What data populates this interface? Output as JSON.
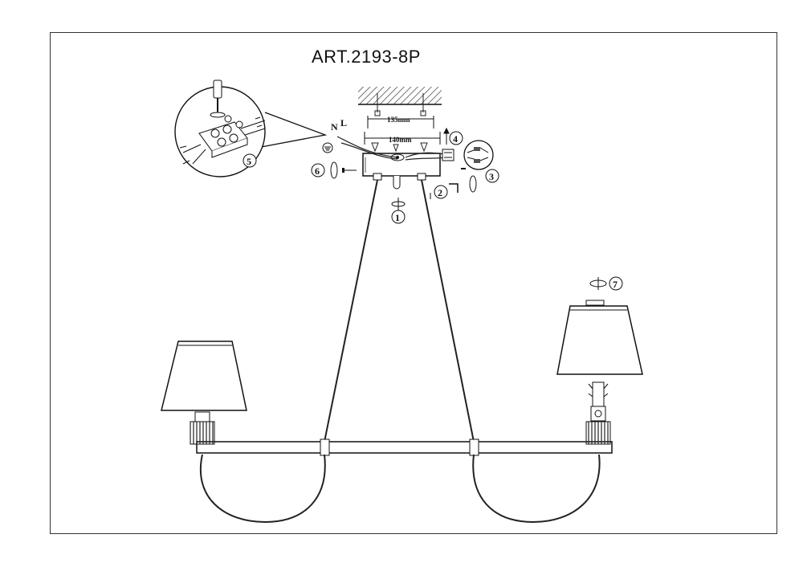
{
  "title": "ART.2193-8P",
  "dimensions": {
    "outer": "140mm",
    "inner": "135mm"
  },
  "wiring": {
    "neutral": "N",
    "live": "L"
  },
  "steps": [
    "1",
    "2",
    "3",
    "4",
    "5",
    "6",
    "7"
  ],
  "icons": [
    "earth-ground-icon",
    "screwdriver-icon",
    "rotate-arrow-icon",
    "screw-icon",
    "hex-key-icon"
  ]
}
